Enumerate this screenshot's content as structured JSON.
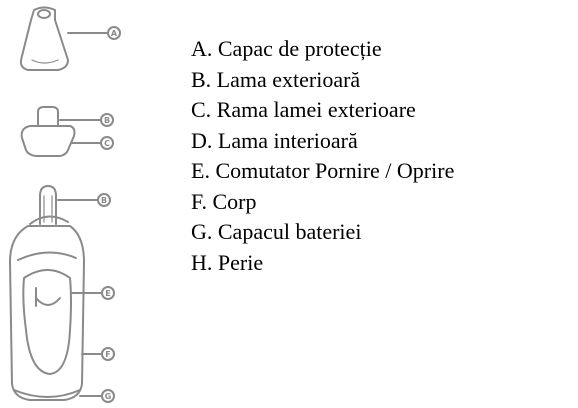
{
  "colors": {
    "outline": "#8a8a8a",
    "background": "#ffffff",
    "text": "#000000"
  },
  "callouts": [
    "A",
    "B",
    "C",
    "B",
    "E",
    "F",
    "G"
  ],
  "legend": [
    {
      "letter": "A",
      "text": "A. Capac de protecție"
    },
    {
      "letter": "B",
      "text": "B. Lama exterioară"
    },
    {
      "letter": "C",
      "text": "C. Rama lamei exterioare"
    },
    {
      "letter": "D",
      "text": "D. Lama interioară"
    },
    {
      "letter": "E",
      "text": "E. Comutator Pornire / Oprire"
    },
    {
      "letter": "F",
      "text": "F. Corp"
    },
    {
      "letter": "G",
      "text": "G. Capacul bateriei"
    },
    {
      "letter": "H",
      "text": "H. Perie"
    }
  ]
}
